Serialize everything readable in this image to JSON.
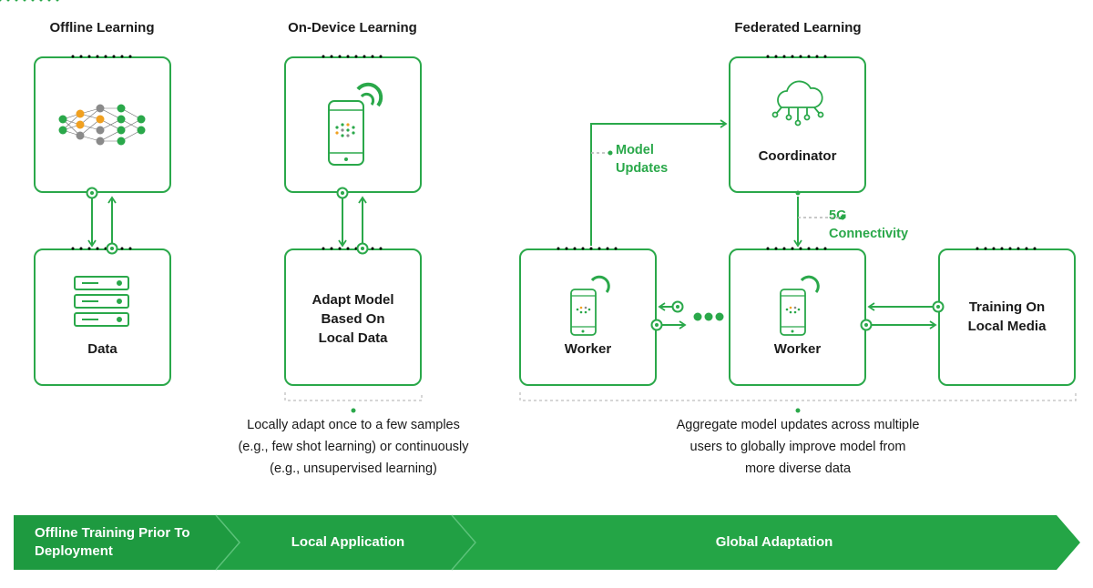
{
  "headings": {
    "offline": "Offline Learning",
    "on_device": "On-Device Learning",
    "federated": "Federated Learning"
  },
  "boxes": {
    "data": "Data",
    "adapt_model": "Adapt Model\nBased On\nLocal Data",
    "coordinator": "Coordinator",
    "worker_left": "Worker",
    "worker_right": "Worker",
    "training_local_media": "Training On\nLocal Media"
  },
  "labels": {
    "model_updates": "Model\nUpdates",
    "connectivity": "5G\nConnectivity"
  },
  "captions": {
    "on_device": "Locally adapt once to a few samples\n(e.g., few shot learning) or continuously\n(e.g., unsupervised learning)",
    "federated": "Aggregate model updates across multiple\nusers to globally improve model from\nmore diverse data"
  },
  "band": {
    "stage1": "Offline Training Prior To\nDeployment",
    "stage2": "Local Application",
    "stage3": "Global Adaptation"
  },
  "colors": {
    "green": "#2aa84a",
    "band_light": "#24a546",
    "band_dark": "#1e9a40",
    "orange": "#f0a020",
    "gray": "#8a8a8a"
  },
  "icons": {
    "neural_net": "neural-network-icon",
    "phone": "smartphone-icon",
    "server": "server-stack-icon",
    "cloud": "cloud-network-icon"
  }
}
